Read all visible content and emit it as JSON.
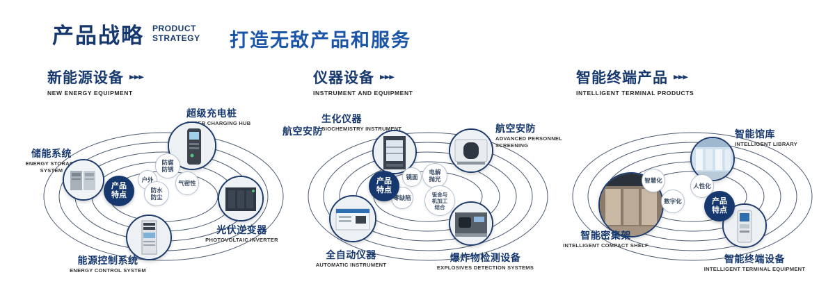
{
  "header": {
    "title_cn": "产品战略",
    "title_en_line1": "PRODUCT",
    "title_en_line2": "STRATEGY",
    "slogan": "打造无敌产品和服务"
  },
  "icons": {
    "triple_arrow": "▶▶▶"
  },
  "sections": [
    {
      "title_cn": "新能源设备",
      "title_en": "NEW ENERGY EQUIPMENT",
      "badge": "产品特点",
      "features": [
        "户外",
        "防腐防锈",
        "气密性",
        "防水防尘"
      ],
      "products": [
        {
          "cn": "超级充电桩",
          "en": "SUPER CHARGING HUB"
        },
        {
          "cn": "储能系统",
          "en": "ENERGY STORAGE SYSTEM"
        },
        {
          "cn": "光伏逆变器",
          "en": "PHOTOVOLTAIC INVERTER"
        },
        {
          "cn": "能源控制系统",
          "en": "ENERGY CONTROL SYSTEM"
        }
      ]
    },
    {
      "title_cn": "仪器设备",
      "title_en": "INSTRUMENT AND EQUIPMENT",
      "badge": "产品特点",
      "side_label": "航空安防",
      "features": [
        "镜面",
        "电解抛光",
        "零缺陷",
        "钣金与机加工结合"
      ],
      "products": [
        {
          "cn": "生化仪器",
          "en": "BIOCHEMISTRY INSTRUMENT"
        },
        {
          "cn": "航空安防",
          "en": "ADVANCED PERSONNEL SCREENING"
        },
        {
          "cn": "全自动仪器",
          "en": "AUTOMATIC INSTRUMENT"
        },
        {
          "cn": "爆炸物检测设备",
          "en": "EXPLOSIVES DETECTION SYSTEMS"
        }
      ]
    },
    {
      "title_cn": "智能终端产品",
      "title_en": "INTELLIGENT TERMINAL PRODUCTS",
      "badge": "产品特点",
      "features": [
        "智慧化",
        "人性化",
        "数字化"
      ],
      "products": [
        {
          "cn": "智能馆库",
          "en": "INTELLIGENT LIBRARY"
        },
        {
          "cn": "智能密集架",
          "en": "INTELLIGENT COMPACT SHELF"
        },
        {
          "cn": "智能终端设备",
          "en": "INTELLIGENT TERMINAL EQUIPMENT"
        }
      ]
    }
  ]
}
